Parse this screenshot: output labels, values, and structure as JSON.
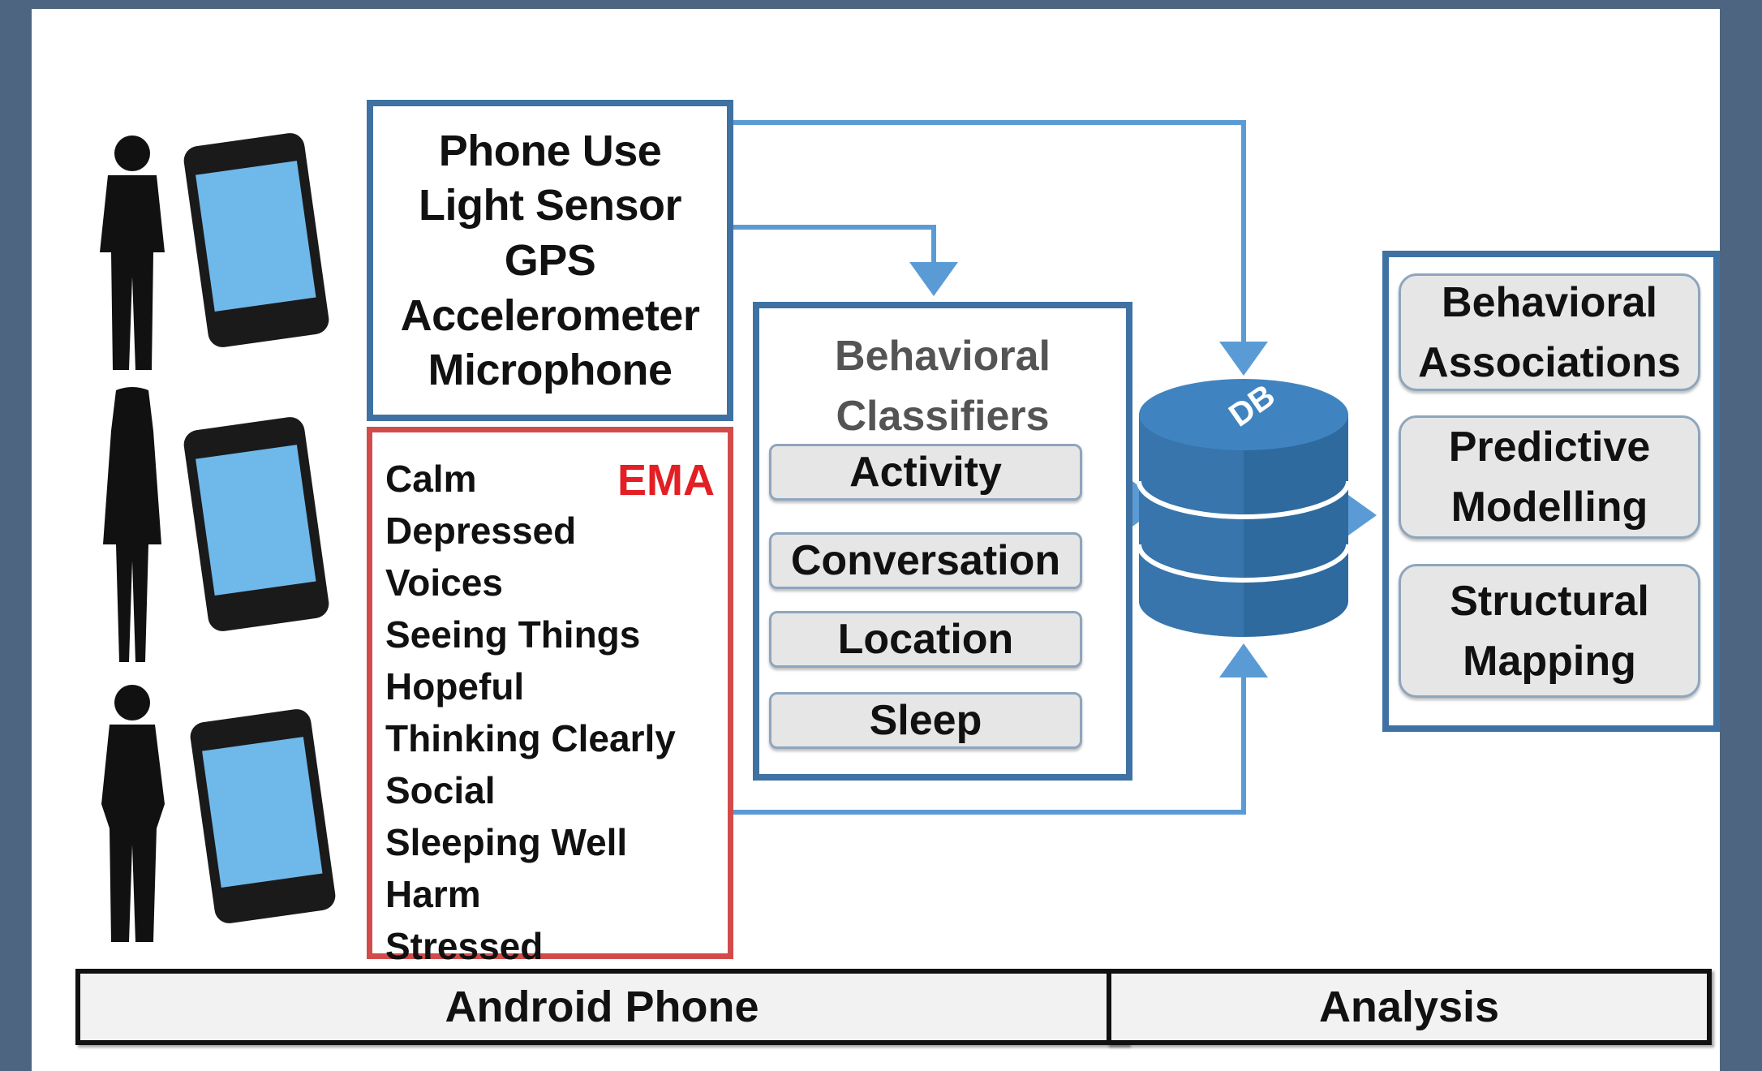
{
  "sensors": [
    "Phone Use",
    "Light Sensor",
    "GPS",
    "Accelerometer",
    "Microphone"
  ],
  "ema": {
    "title": "EMA",
    "items": [
      "Calm",
      "Depressed",
      "Voices",
      "Seeing Things",
      "Hopeful",
      "Thinking Clearly",
      "Social",
      "Sleeping Well",
      "Harm",
      "Stressed"
    ]
  },
  "classifiers": {
    "title_line1": "Behavioral",
    "title_line2": "Classifiers",
    "items": [
      "Activity",
      "Conversation",
      "Location",
      "Sleep"
    ]
  },
  "database": {
    "label": "DB"
  },
  "analysis_methods": [
    {
      "line1": "Behavioral",
      "line2": "Associations"
    },
    {
      "line1": "Predictive",
      "line2": "Modelling"
    },
    {
      "line1": "Structural",
      "line2": "Mapping"
    }
  ],
  "footer": {
    "left_label": "Android Phone",
    "right_label": "Analysis"
  },
  "colors": {
    "box_border": "#3f72a3",
    "ema_border": "#d24b4b",
    "ema_title": "#e31e24",
    "arrow": "#5b9bd5",
    "db": "#2e6a9e",
    "background": "#4d6580"
  }
}
